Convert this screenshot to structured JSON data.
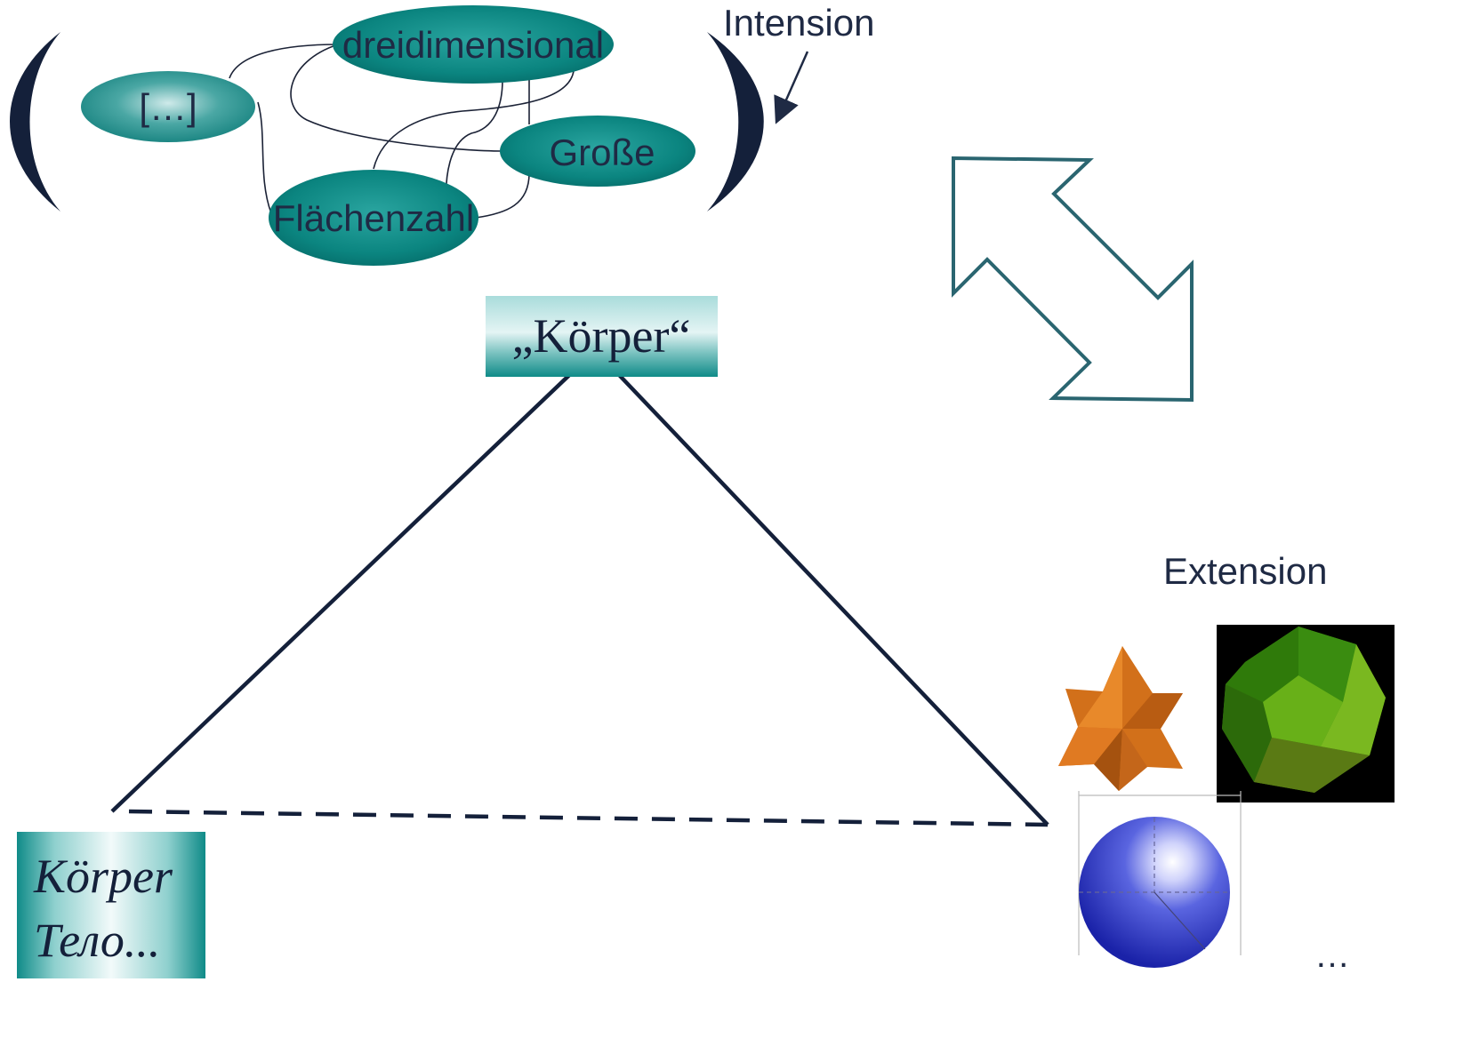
{
  "intension": {
    "label": "Intension",
    "nodes": {
      "dreidimensional": "dreidimensional",
      "ellipsis": "[…]",
      "grosse": "Große",
      "flaechenzahl": "Flächenzahl"
    }
  },
  "concept": {
    "label": "„Körper“"
  },
  "term": {
    "line1": "Körper",
    "line2": "Тело..."
  },
  "extension": {
    "label": "Extension",
    "more": "…"
  },
  "icons": {
    "double_arrow": "diagonal-double-arrow-icon",
    "star": "stellated-octahedron-icon",
    "polyhedron": "green-polyhedron-icon",
    "sphere": "blue-sphere-icon"
  },
  "colors": {
    "teal": "#007b7a",
    "dark_navy": "#14203a",
    "arrow_outline": "#2a6570",
    "star_orange": "#d2701a",
    "polyhedron_green": "#4aa010",
    "sphere_blue": "#2a36c8"
  }
}
